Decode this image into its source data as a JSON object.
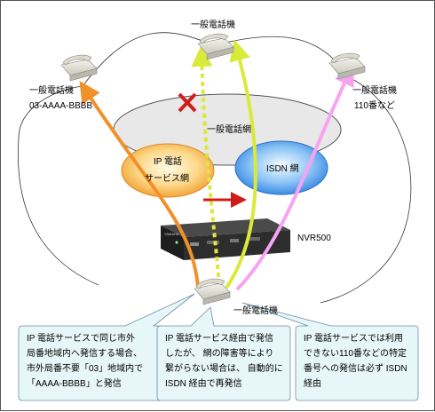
{
  "phones": {
    "top": "一般電話機",
    "left_label": "一般電話機",
    "left_number": "03-AAAA-BBBB",
    "right_label": "一般電話機",
    "right_number": "110番など",
    "bottom": "一般電話機"
  },
  "networks": {
    "public": "一般電話網",
    "ip_line1": "IP 電話",
    "ip_line2": "サービス網",
    "isdn": "ISDN 網"
  },
  "router": {
    "model": "NVR500",
    "brand": "YAMAHA"
  },
  "callouts": [
    {
      "lines": [
        "IP 電話サービスで同じ市外",
        "局番地域内へ発信する場合、",
        "市外局番不要「03」地域内で",
        "「AAAA-BBBB」と発信"
      ]
    },
    {
      "lines": [
        "IP 電話サービス経由で発信",
        "したが、 網の障害等により",
        "繋がらない場合は、 自動的に",
        "ISDN 経由で再発信"
      ]
    },
    {
      "lines": [
        "IP 電話サービスでは利用",
        "できない110番などの特定",
        "番号への発信は必ず ISDN",
        "経由"
      ]
    }
  ],
  "colors": {
    "orange": "#f0912a",
    "yellow_green": "#d9ea3a",
    "pink": "#f7a3f2",
    "red_arrow": "#d21c1c",
    "callout_fill": "#e7f6f8",
    "callout_border": "#6b8fa8",
    "cloud_fill": "#e8e8e8",
    "isdn_blue": "#2f86e6",
    "ip_orange": "#f7a43a"
  }
}
